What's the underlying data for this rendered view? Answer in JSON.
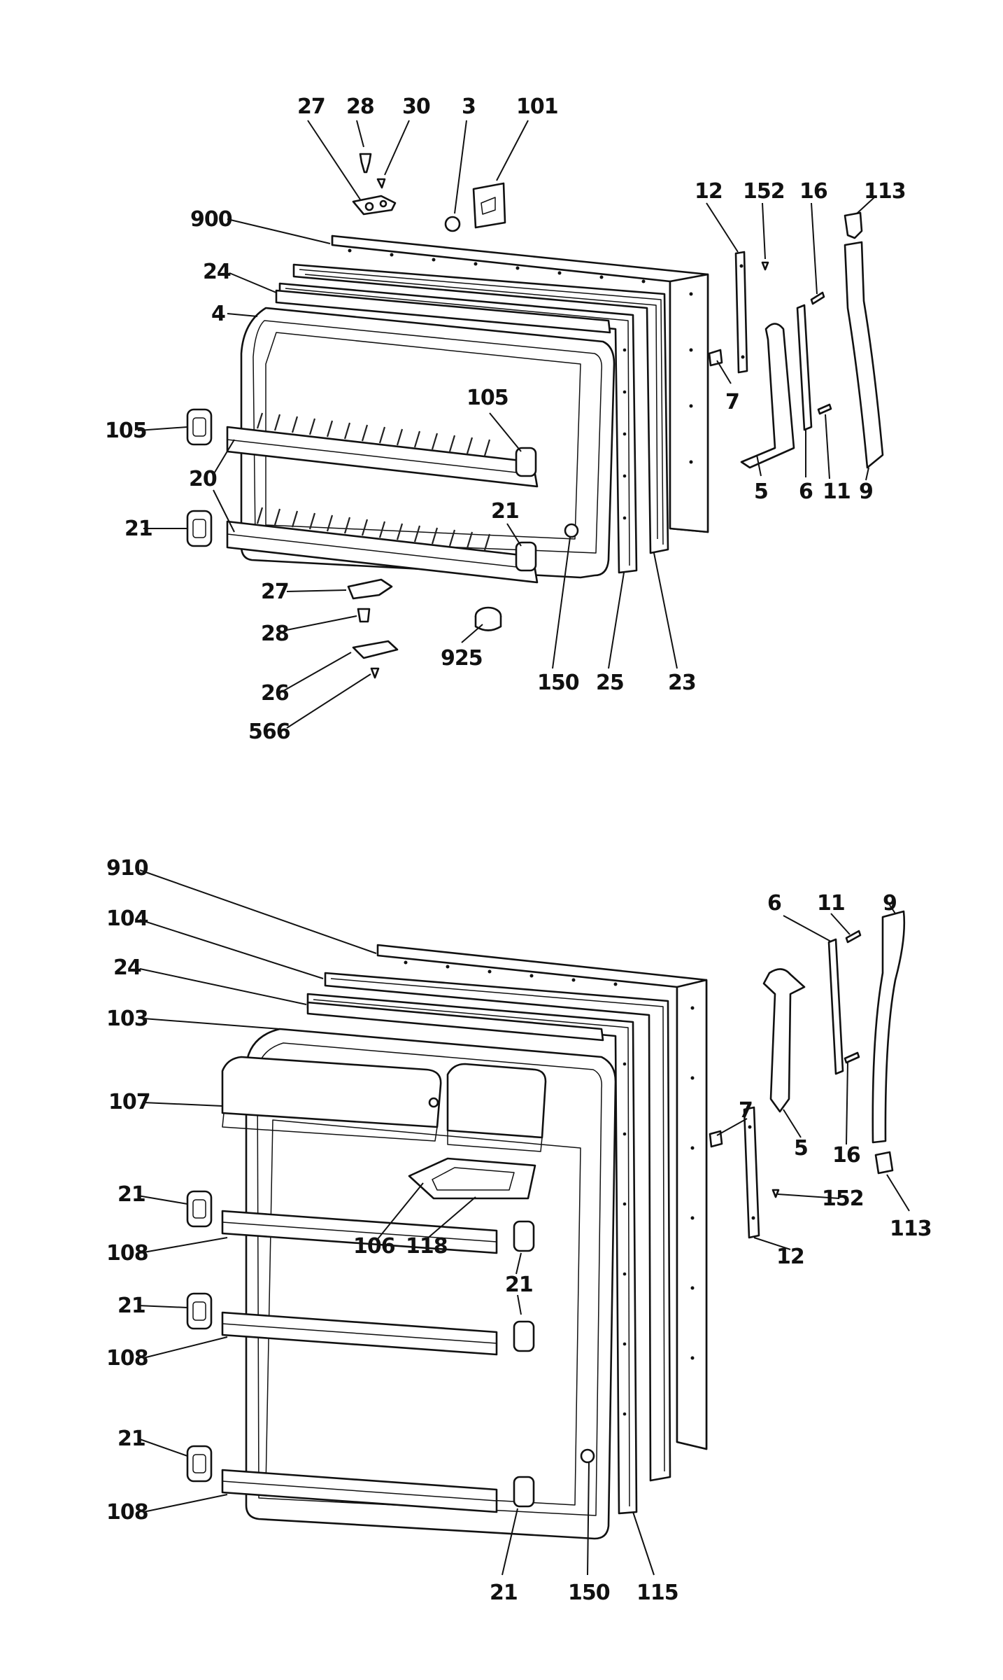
{
  "callouts": [
    {
      "id": "c27a",
      "text": "27"
    },
    {
      "id": "c28a",
      "text": "28"
    },
    {
      "id": "c30",
      "text": "30"
    },
    {
      "id": "c3",
      "text": "3"
    },
    {
      "id": "c101",
      "text": "101"
    },
    {
      "id": "c12a",
      "text": "12"
    },
    {
      "id": "c152a",
      "text": "152"
    },
    {
      "id": "c16a",
      "text": "16"
    },
    {
      "id": "c113a",
      "text": "113"
    },
    {
      "id": "c900",
      "text": "900"
    },
    {
      "id": "c24a",
      "text": "24"
    },
    {
      "id": "c4",
      "text": "4"
    },
    {
      "id": "c7a",
      "text": "7"
    },
    {
      "id": "c105a",
      "text": "105"
    },
    {
      "id": "c105b",
      "text": "105"
    },
    {
      "id": "c20",
      "text": "20"
    },
    {
      "id": "c21a",
      "text": "21"
    },
    {
      "id": "c21b",
      "text": "21"
    },
    {
      "id": "c5a",
      "text": "5"
    },
    {
      "id": "c6a",
      "text": "6"
    },
    {
      "id": "c11a",
      "text": "11"
    },
    {
      "id": "c9a",
      "text": "9"
    },
    {
      "id": "c27b",
      "text": "27"
    },
    {
      "id": "c28b",
      "text": "28"
    },
    {
      "id": "c925",
      "text": "925"
    },
    {
      "id": "c26",
      "text": "26"
    },
    {
      "id": "c566",
      "text": "566"
    },
    {
      "id": "c150a",
      "text": "150"
    },
    {
      "id": "c25",
      "text": "25"
    },
    {
      "id": "c23",
      "text": "23"
    },
    {
      "id": "c910",
      "text": "910"
    },
    {
      "id": "c104",
      "text": "104"
    },
    {
      "id": "c24b",
      "text": "24"
    },
    {
      "id": "c103",
      "text": "103"
    },
    {
      "id": "c107",
      "text": "107"
    },
    {
      "id": "c21c",
      "text": "21"
    },
    {
      "id": "c108a",
      "text": "108"
    },
    {
      "id": "c106",
      "text": "106"
    },
    {
      "id": "c118",
      "text": "118"
    },
    {
      "id": "c21d",
      "text": "21"
    },
    {
      "id": "c21e",
      "text": "21"
    },
    {
      "id": "c108b",
      "text": "108"
    },
    {
      "id": "c21f",
      "text": "21"
    },
    {
      "id": "c108c",
      "text": "108"
    },
    {
      "id": "c21g",
      "text": "21"
    },
    {
      "id": "c150b",
      "text": "150"
    },
    {
      "id": "c115",
      "text": "115"
    },
    {
      "id": "c6b",
      "text": "6"
    },
    {
      "id": "c11b",
      "text": "11"
    },
    {
      "id": "c9b",
      "text": "9"
    },
    {
      "id": "c7b",
      "text": "7"
    },
    {
      "id": "c5b",
      "text": "5"
    },
    {
      "id": "c16b",
      "text": "16"
    },
    {
      "id": "c152b",
      "text": "152"
    },
    {
      "id": "c12b",
      "text": "12"
    },
    {
      "id": "c113b",
      "text": "113"
    }
  ]
}
